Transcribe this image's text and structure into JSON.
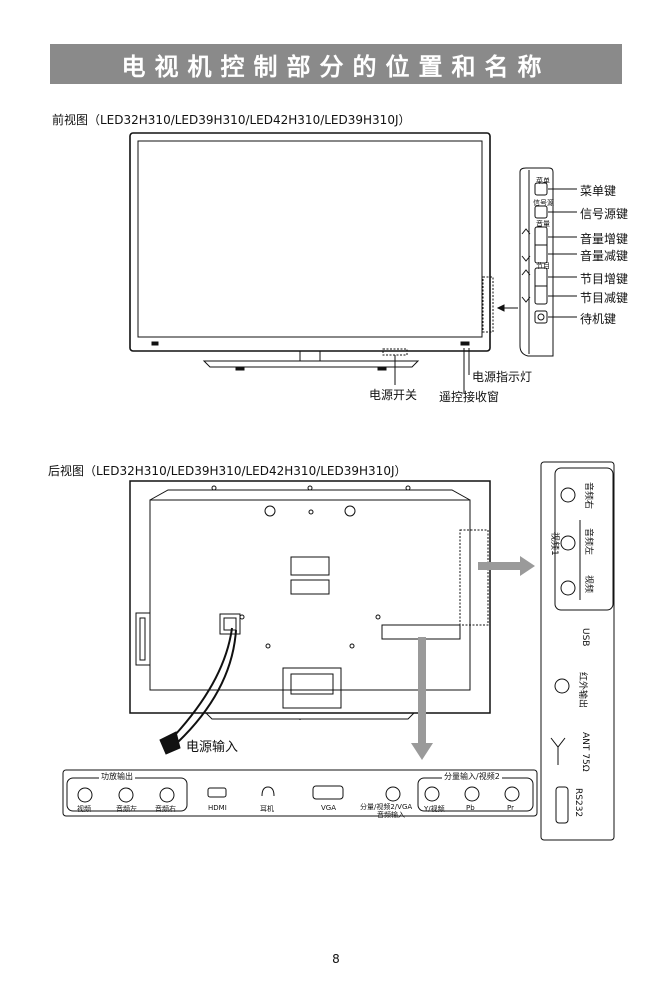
{
  "title": "电视机控制部分的位置和名称",
  "front": {
    "caption": "前视图（LED32H310/LED39H310/LED42H310/LED39H310J）",
    "buttons": [
      "菜单键",
      "信号源键",
      "音量增键",
      "音量减键",
      "节目增键",
      "节目减键",
      "待机键"
    ],
    "button_tiny": {
      "menu": "菜单",
      "source": "信号源",
      "vol": "音量",
      "ch": "节目"
    },
    "power_switch": "电源开关",
    "power_led": "电源指示灯",
    "remote": "遥控接收窗"
  },
  "rear": {
    "caption": "后视图（LED32H310/LED39H310/LED42H310/LED39H310J）",
    "power_input": "电源输入",
    "side_panel": {
      "group_label": "视频1",
      "audio_right": "音频右",
      "audio_left": "音频左",
      "video": "视频",
      "usb": "USB",
      "ir_out": "红外输出",
      "ant": "ANT 75Ω",
      "rs232": "RS232"
    },
    "bottom_panel": {
      "amp_out": "功放输出",
      "amp_video": "视频",
      "amp_audio_left": "音频左",
      "amp_audio_right": "音频右",
      "hdmi": "HDMI",
      "headphone": "耳机",
      "vga": "VGA",
      "comp_audio_line1": "分量/视频2/VGA",
      "comp_audio_line2": "音频输入",
      "comp_in": "分量输入/视频2",
      "y_video": "Y/视频",
      "pb": "Pb",
      "pr": "Pr"
    }
  },
  "page_number": "8"
}
